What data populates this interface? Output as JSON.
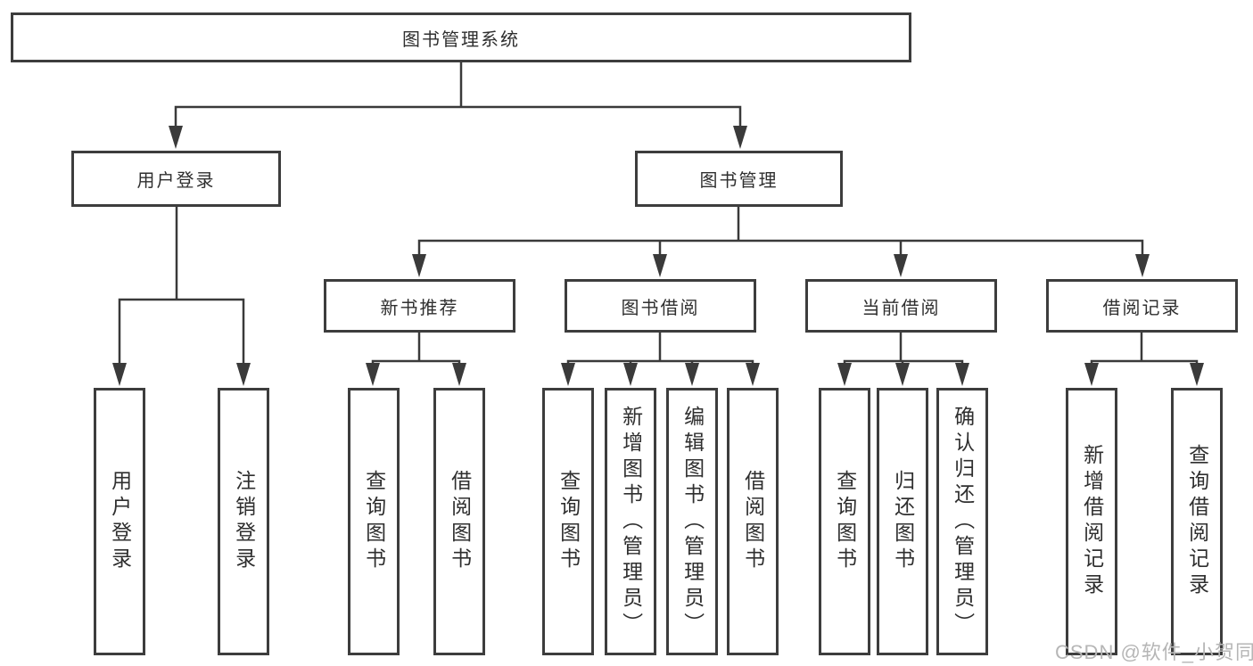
{
  "diagram": {
    "title": "图书管理系统",
    "branches": [
      {
        "label": "用户登录",
        "leaves": [
          "用户登录",
          "注销登录"
        ]
      },
      {
        "label": "图书管理",
        "groups": [
          {
            "label": "新书推荐",
            "leaves": [
              "查询图书",
              "借阅图书"
            ]
          },
          {
            "label": "图书借阅",
            "leaves": [
              "查询图书",
              "新增图书（管理员）",
              "编辑图书（管理员）",
              "借阅图书"
            ]
          },
          {
            "label": "当前借阅",
            "leaves": [
              "查询图书",
              "归还图书",
              "确认归还（管理员）"
            ]
          },
          {
            "label": "借阅记录",
            "leaves": [
              "新增借阅记录",
              "查询借阅记录"
            ]
          }
        ]
      }
    ]
  },
  "watermark": {
    "text": "CSDN @软件_小贺同学",
    "color": "#b6b6b6"
  },
  "colors": {
    "box_border": "#3d3d3d",
    "connector_line": "#3a3a3a",
    "text": "#2f2f2f",
    "background": "#ffffff"
  }
}
